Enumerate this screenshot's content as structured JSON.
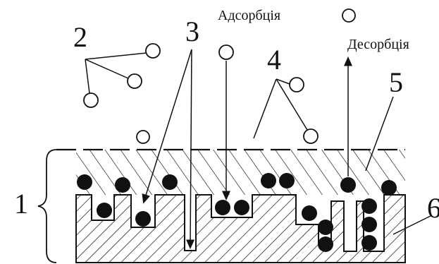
{
  "diagram": {
    "labels": {
      "substrate": "1",
      "gas_molecules": "2",
      "pores": "3",
      "molecule_pair": "4",
      "adsorption_layer": "5",
      "solid_body": "6"
    },
    "process": {
      "adsorption": "Адсорбція",
      "desorption": "Десорбція"
    }
  }
}
